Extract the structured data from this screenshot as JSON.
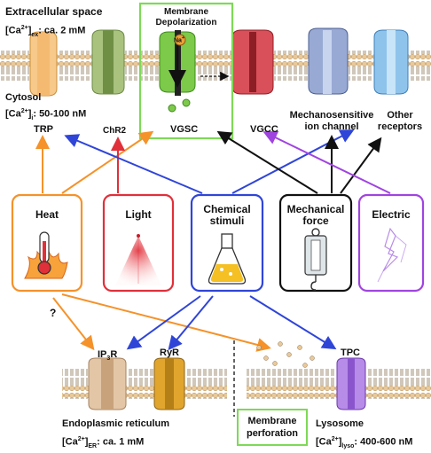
{
  "membrane_top": {
    "extracellular_label": "Extracellular space",
    "ca_ex_prefix": "[Ca",
    "ca_ex_sup": "2+",
    "ca_ex_suffix": "]",
    "ca_ex_sub": "ex",
    "ca_ex_value": ": ca. 2 mM",
    "cytosol_label": "Cytosol",
    "ca_i_prefix": "[Ca",
    "ca_i_sup": "2+",
    "ca_i_suffix": "]",
    "ca_i_sub": "i",
    "ca_i_value": ": 50-100 nM",
    "depol_line1": "Membrane",
    "depol_line2": "Depolarization",
    "na_ion": "Na",
    "na_sup": "+",
    "channels": {
      "trp": "TRP",
      "chr2": "ChR2",
      "vgsc": "VGSC",
      "vgcc": "VGCC",
      "mechano_line1": "Mechanosensitive",
      "mechano_line2": "ion channel",
      "other_line1": "Other",
      "other_line2": "receptors"
    }
  },
  "stimuli": [
    {
      "id": "heat",
      "label_line1": "Heat",
      "label_line2": "",
      "color": "#f5922a"
    },
    {
      "id": "light",
      "label_line1": "Light",
      "label_line2": "",
      "color": "#e0303a"
    },
    {
      "id": "chemical",
      "label_line1": "Chemical",
      "label_line2": "stimuli",
      "color": "#2f45d8"
    },
    {
      "id": "mechanical",
      "label_line1": "Mechanical",
      "label_line2": "force",
      "color": "#111111"
    },
    {
      "id": "electric",
      "label_line1": "Electric",
      "label_line2": "",
      "color": "#a044e0"
    }
  ],
  "membrane_bottom": {
    "question_mark": "?",
    "ip3r_prefix": "IP",
    "ip3r_sub": "3",
    "ip3r_suffix": "R",
    "ryr": "RyR",
    "tpc": "TPC",
    "er_label": "Endoplasmic reticulum",
    "ca_er_prefix": "[Ca",
    "ca_er_sup": "2+",
    "ca_er_suffix": "]",
    "ca_er_sub": "ER",
    "ca_er_value": ": ca. 1 mM",
    "perforation_line1": "Membrane",
    "perforation_line2": "perforation",
    "lysosome_label": "Lysosome",
    "ca_lyso_prefix": "[Ca",
    "ca_lyso_sup": "2+",
    "ca_lyso_suffix": "]",
    "ca_lyso_sub": "lyso",
    "ca_lyso_value": ": 400-600 nM"
  },
  "colors": {
    "heat": "#f5922a",
    "light": "#e0303a",
    "chemical": "#2f45d8",
    "mechanical": "#111111",
    "electric": "#a044e0",
    "highlight_green": "#7ed957",
    "membrane_head": "#e9c99a",
    "membrane_tail": "#8b7355"
  }
}
